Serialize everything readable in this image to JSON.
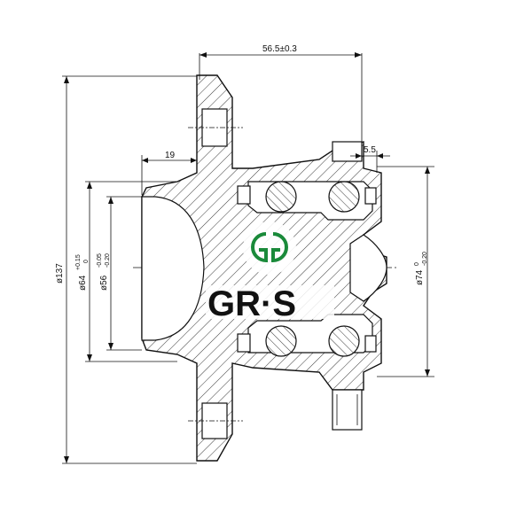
{
  "dimensions": {
    "width_offset": "56.5±0.3",
    "flange_depth": "19",
    "gap": "5.5",
    "outer_dia": "ø137",
    "pilot_dia_main": "ø64",
    "pilot_dia_tol_upper": "+0.15",
    "pilot_dia_tol_lower": "0",
    "inner_dia_main": "ø56",
    "inner_dia_tol_upper": "-0.05",
    "inner_dia_tol_lower": "-0.20",
    "bearing_dia_main": "ø74",
    "bearing_dia_tol_upper": "0",
    "bearing_dia_tol_lower": "-0.20"
  },
  "logos": {
    "brand_text": "GR·S",
    "emblem_color": "#1a8a3a"
  }
}
